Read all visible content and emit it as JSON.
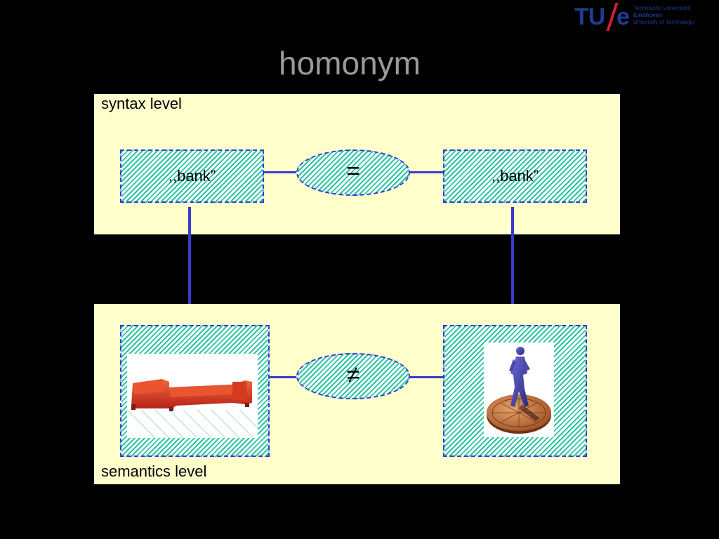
{
  "logo": {
    "mark": "TU",
    "mark_e": "e",
    "line1": "Technische Universiteit",
    "line2": "Eindhoven",
    "line3": "University of Technology"
  },
  "title": "homonym",
  "syntax_panel": {
    "label": "syntax level",
    "left_word": ",,bank”",
    "relation_symbol": "=",
    "right_word": ",,bank”"
  },
  "semantics_panel": {
    "label": "semantics level",
    "left_image": "sofa",
    "relation_symbol": "≠",
    "right_image": "person-walking-on-coin"
  },
  "colors": {
    "background": "#000000",
    "panel": "#ffffcc",
    "hatch_green": "#2ec4a4",
    "border_blue": "#3a3acc",
    "title_gray": "#9a9a9a",
    "logo_blue": "#1f3c8f",
    "logo_red": "#d21f3b"
  }
}
